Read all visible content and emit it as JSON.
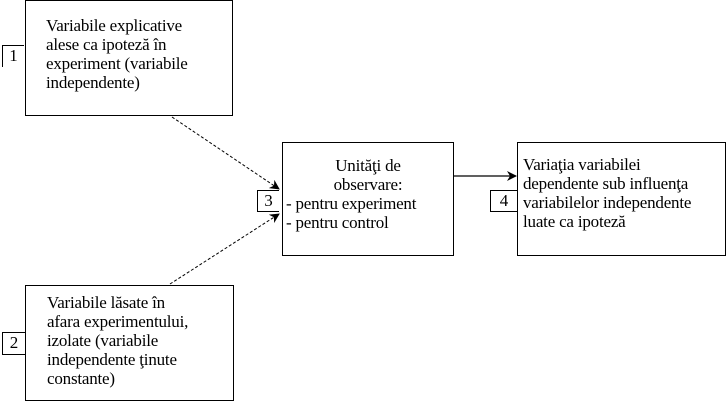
{
  "diagram": {
    "title": "",
    "nodes": [
      {
        "id": "box1",
        "number": "1",
        "lines": [
          "Variabile explicative",
          "alese ca ipoteză în",
          "experiment (variabile",
          "independente)"
        ]
      },
      {
        "id": "box2",
        "number": "2",
        "lines": [
          "Variabile lăsate în",
          "afara experimentului,",
          "izolate (variabile",
          "independente ţinute",
          "constante)"
        ]
      },
      {
        "id": "box3",
        "number": "3",
        "lines": [
          "Unităţi de",
          "observare:",
          "- pentru experiment",
          "- pentru control"
        ]
      },
      {
        "id": "box4",
        "number": "4",
        "lines": [
          "Variaţia variabilei",
          "dependente sub influenţa",
          "variabilelor independente",
          "luate ca ipoteză"
        ]
      }
    ],
    "edges": [
      {
        "from": "box1",
        "to": "box3",
        "style": "dotted"
      },
      {
        "from": "box2",
        "to": "box3",
        "style": "dotted"
      },
      {
        "from": "box3",
        "to": "box4",
        "style": "solid"
      }
    ]
  }
}
